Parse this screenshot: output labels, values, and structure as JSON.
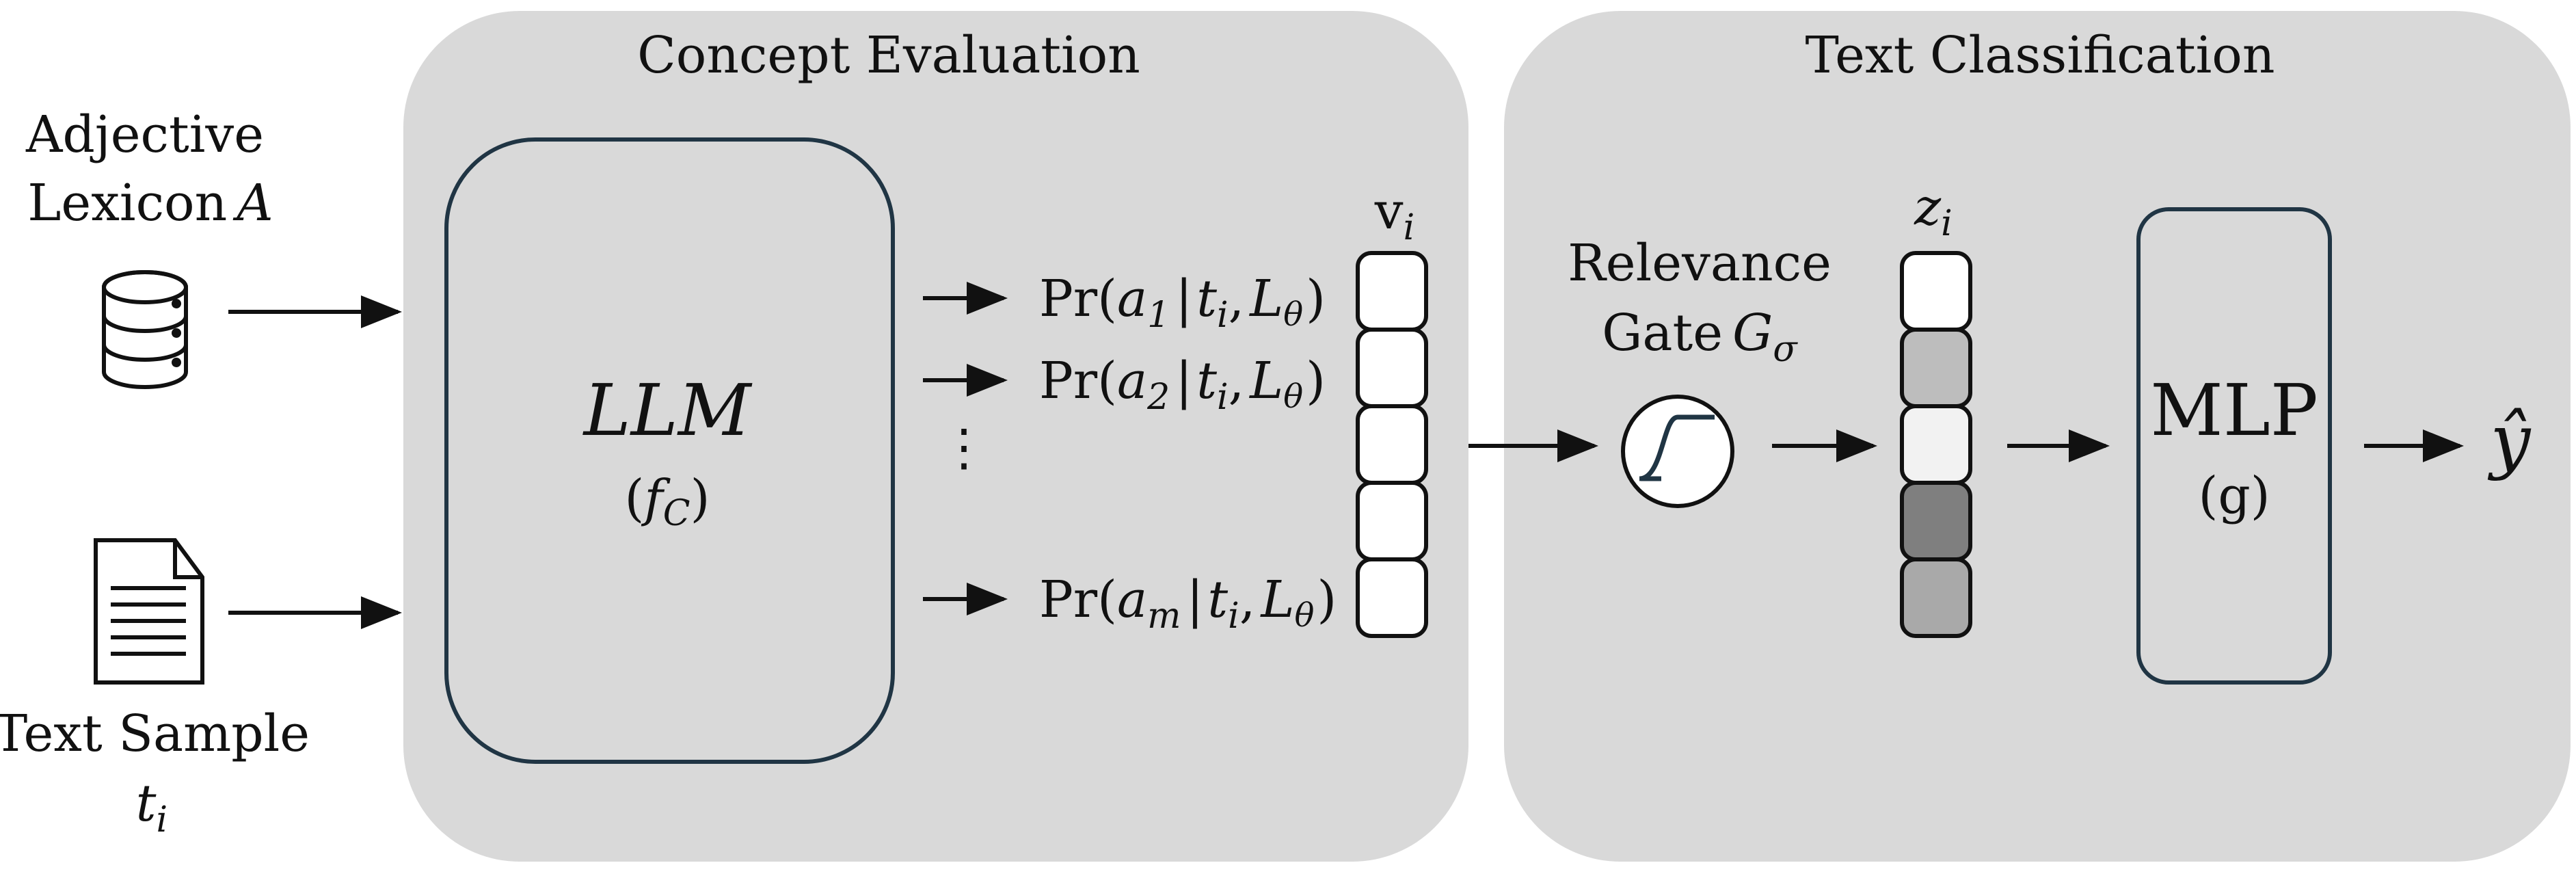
{
  "panels": {
    "concept_evaluation": {
      "title": "Concept Evaluation"
    },
    "text_classification": {
      "title": "Text Classification"
    }
  },
  "inputs": {
    "lexicon": {
      "line1": "Adjective",
      "line2": "Lexicon",
      "symbol": "A",
      "icon": "database-icon"
    },
    "text_sample": {
      "line1": "Text Sample",
      "symbol": "t",
      "subscript": "i",
      "icon": "document-icon"
    }
  },
  "llm": {
    "name": "LLM",
    "func": "f",
    "func_sub": "C"
  },
  "probabilities": [
    {
      "var": "a",
      "sub": "1",
      "given": "t",
      "given_sub": "i",
      "model": "L",
      "model_sub": "θ"
    },
    {
      "var": "a",
      "sub": "2",
      "given": "t",
      "given_sub": "i",
      "model": "L",
      "model_sub": "θ"
    },
    {
      "var": "a",
      "sub": "m",
      "given": "t",
      "given_sub": "i",
      "model": "L",
      "model_sub": "θ"
    }
  ],
  "prob_prefix": "Pr",
  "vector_v": {
    "symbol": "v",
    "sub": "i",
    "cells": [
      "#ffffff",
      "#ffffff",
      "#ffffff",
      "#ffffff",
      "#ffffff"
    ]
  },
  "gate": {
    "line1": "Relevance",
    "line2": "Gate",
    "symbol": "G",
    "sub": "σ",
    "icon": "sigmoid-icon"
  },
  "vector_z": {
    "symbol": "z",
    "sub": "i",
    "cells": [
      "#ffffff",
      "#bdbdbd",
      "#f2f2f2",
      "#7f7f7f",
      "#a9a9a9"
    ]
  },
  "mlp": {
    "name": "MLP",
    "func": "g"
  },
  "output": {
    "symbol": "ŷ"
  },
  "colors": {
    "panel": "#d9d9d9",
    "box_stroke": "#203544",
    "ink": "#111111"
  }
}
